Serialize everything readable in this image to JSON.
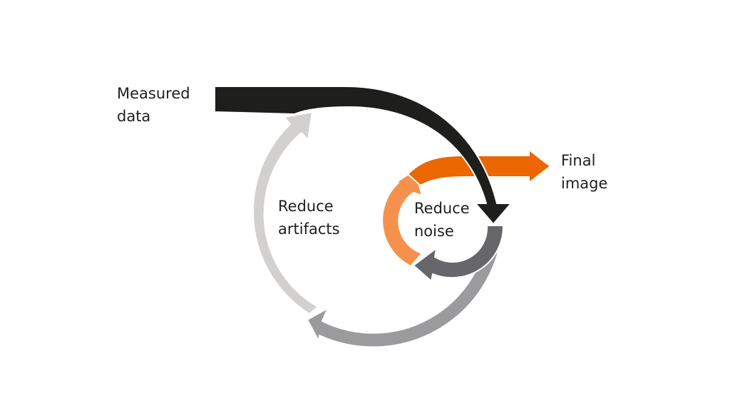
{
  "diagram": {
    "colors": {
      "input_arrow": "#1e1e1c",
      "outer_loop_dark": "#9b9a9c",
      "outer_loop_light": "#d2d1cf",
      "inner_loop_dark": "#67666a",
      "inner_loop_orange": "#f6914d",
      "output_arrow": "#ec6602",
      "text": "#1f1f1d",
      "background": "#ffffff"
    },
    "labels": {
      "input": {
        "line1": "Measured",
        "line2": "data"
      },
      "output": {
        "line1": "Final",
        "line2": "image"
      },
      "outer_loop": {
        "line1": "Reduce",
        "line2": "artifacts"
      },
      "inner_loop": {
        "line1": "Reduce",
        "line2": "noise"
      }
    }
  }
}
